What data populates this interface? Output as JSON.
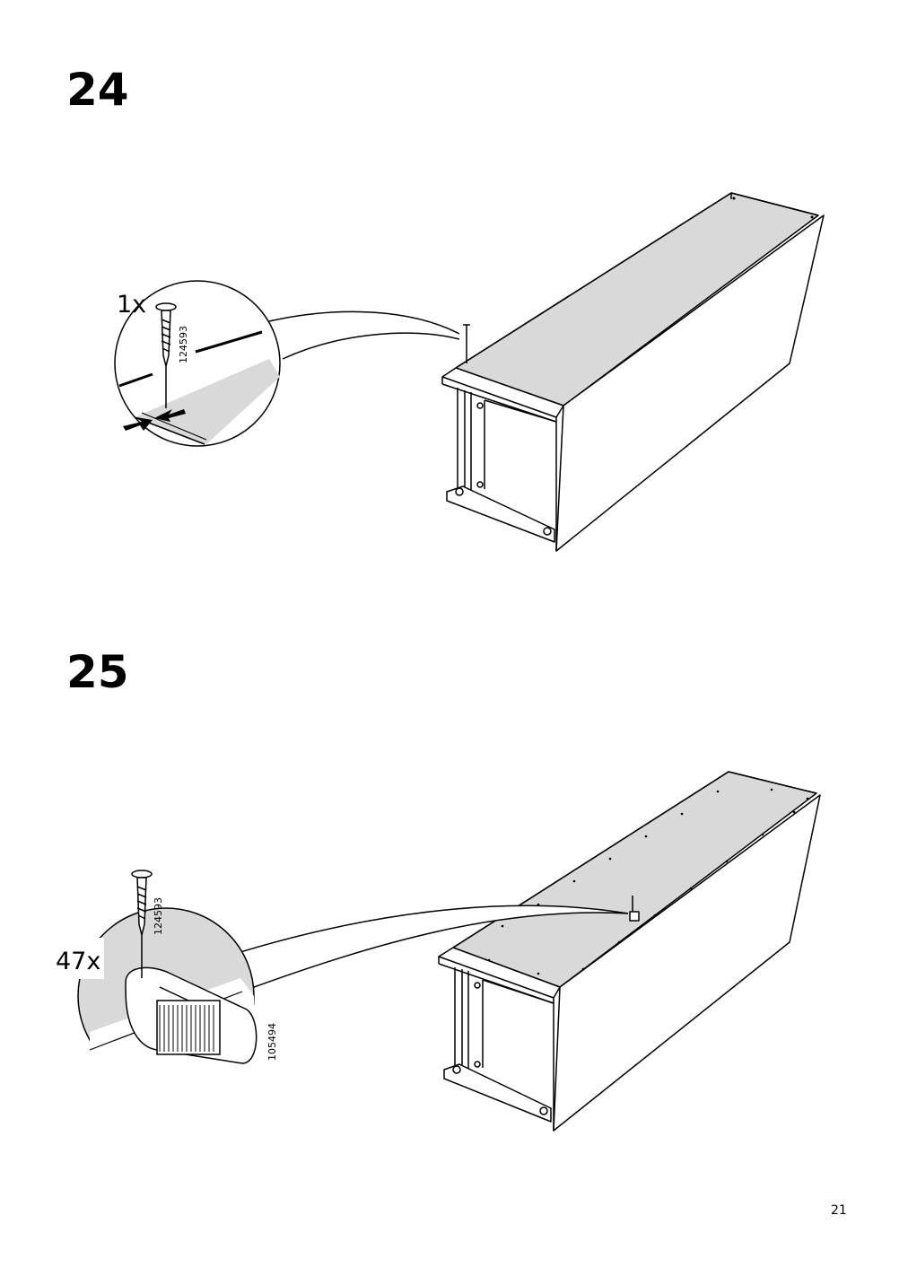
{
  "steps": [
    {
      "number": "24",
      "fastener": {
        "quantity": "1x",
        "part_number": "124593"
      }
    },
    {
      "number": "25",
      "fastener": {
        "quantity": "47x",
        "part_number": "124593"
      },
      "support_part_number": "105494"
    }
  ],
  "page_number": "21",
  "colors": {
    "line": "#000000",
    "panel_fill": "#d9d9d9",
    "background": "#ffffff"
  }
}
